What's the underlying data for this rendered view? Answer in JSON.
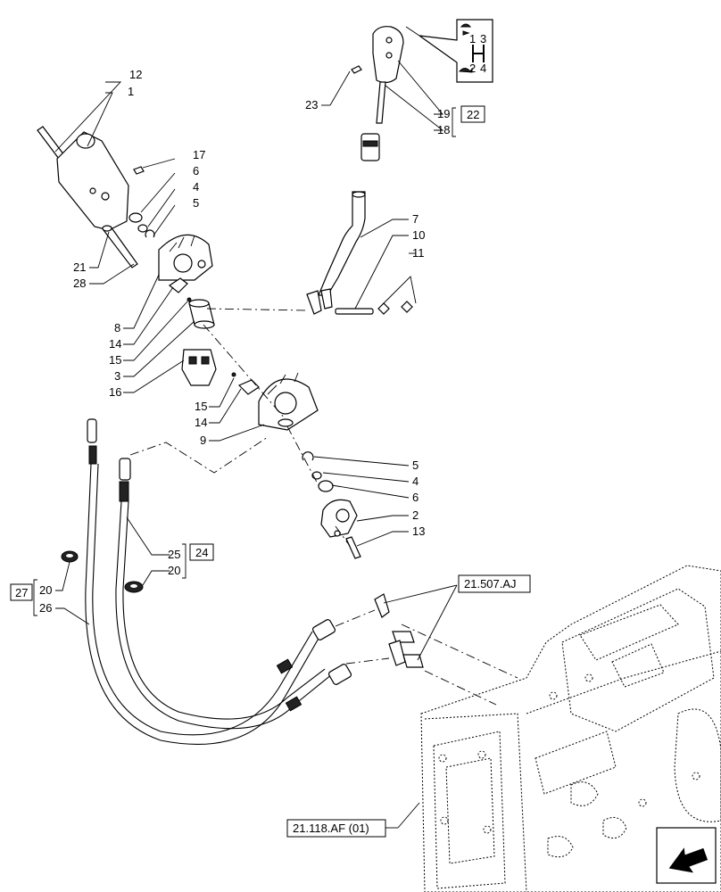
{
  "callouts": {
    "c1": "1",
    "c2": "2",
    "c3": "3",
    "c4a": "4",
    "c4b": "4",
    "c5a": "5",
    "c5b": "5",
    "c6a": "6",
    "c6b": "6",
    "c7": "7",
    "c8": "8",
    "c9": "9",
    "c10": "10",
    "c11": "11",
    "c12": "12",
    "c13": "13",
    "c14a": "14",
    "c14b": "14",
    "c15a": "15",
    "c15b": "15",
    "c16": "16",
    "c17": "17",
    "c18": "18",
    "c19": "19",
    "c20a": "20",
    "c20b": "20",
    "c21": "21",
    "c23": "23",
    "c25": "25",
    "c26": "26",
    "c28": "28"
  },
  "boxed_refs": {
    "r22": "22",
    "r24": "24",
    "r27": "27",
    "ref_aj": "21.507.AJ",
    "ref_af": "21.118.AF (01)"
  },
  "shift_pattern": {
    "g1": "1",
    "g2": "2",
    "g3": "3",
    "g4": "4"
  },
  "icons": [
    "turtle-icon",
    "rabbit-icon",
    "shift-pattern-icon",
    "direction-arrow-icon"
  ]
}
